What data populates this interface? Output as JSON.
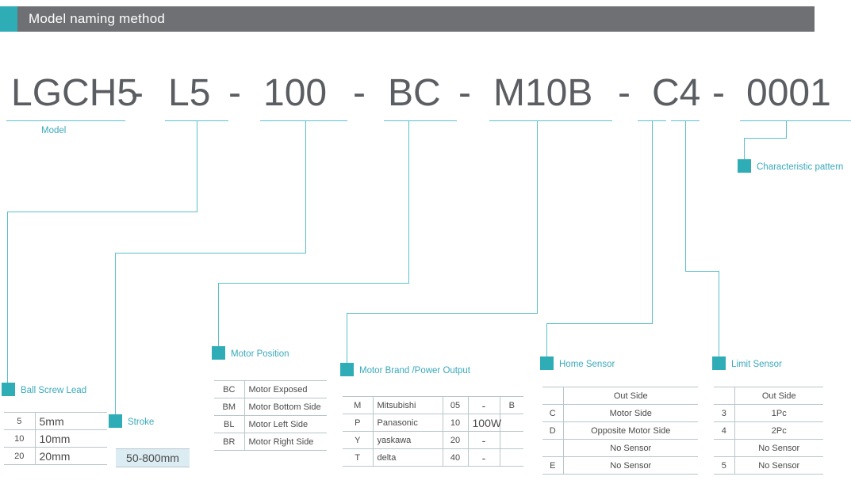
{
  "header": {
    "title": "Model naming method",
    "accent_color": "#2fadb7",
    "bar_color": "#6e7073"
  },
  "model_code": {
    "segments": [
      "LGCH5",
      "L5",
      "100",
      "BC",
      "M10B",
      "C4",
      "0001"
    ],
    "separator": "-",
    "full": "LGCH5 - L5 - 100 - BC - M10B - C4 - 0001"
  },
  "callouts": {
    "model": "Model",
    "ball_screw_lead": "Ball Screw Lead",
    "stroke": "Stroke",
    "motor_position": "Motor Position",
    "motor_brand": "Motor Brand /Power Output",
    "home_sensor": "Home Sensor",
    "limit_sensor": "Limit Sensor",
    "characteristic_pattern": "Characteristic pattern"
  },
  "tables": {
    "ball_screw_lead": {
      "rows": [
        {
          "code": "5",
          "value": "5mm"
        },
        {
          "code": "10",
          "value": "10mm"
        },
        {
          "code": "20",
          "value": "20mm"
        }
      ]
    },
    "stroke": {
      "value": "50-800mm"
    },
    "motor_position": {
      "rows": [
        {
          "code": "BC",
          "value": "Motor Exposed"
        },
        {
          "code": "BM",
          "value": "Motor Bottom Side"
        },
        {
          "code": "BL",
          "value": "Motor Left Side"
        },
        {
          "code": "BR",
          "value": "Motor Right Side"
        }
      ]
    },
    "motor_brand": {
      "rows": [
        {
          "code": "M",
          "brand": "Mitsubishi",
          "power_code": "05",
          "power": "-",
          "suffix": "B"
        },
        {
          "code": "P",
          "brand": "Panasonic",
          "power_code": "10",
          "power": "100W",
          "suffix": ""
        },
        {
          "code": "Y",
          "brand": "yaskawa",
          "power_code": "20",
          "power": "-",
          "suffix": ""
        },
        {
          "code": "T",
          "brand": "delta",
          "power_code": "40",
          "power": "-",
          "suffix": ""
        }
      ]
    },
    "home_sensor": {
      "group1_header": "Out Side",
      "group1_rows": [
        {
          "code": "C",
          "value": "Motor Side"
        },
        {
          "code": "D",
          "value": "Opposite Motor Side"
        }
      ],
      "group2_header": "No Sensor",
      "group2_rows": [
        {
          "code": "E",
          "value": "No Sensor"
        }
      ]
    },
    "limit_sensor": {
      "group1_header": "Out Side",
      "group1_rows": [
        {
          "code": "3",
          "value": "1Pc"
        },
        {
          "code": "4",
          "value": "2Pc"
        }
      ],
      "group2_header": "No Sensor",
      "group2_rows": [
        {
          "code": "5",
          "value": "No Sensor"
        }
      ]
    }
  }
}
